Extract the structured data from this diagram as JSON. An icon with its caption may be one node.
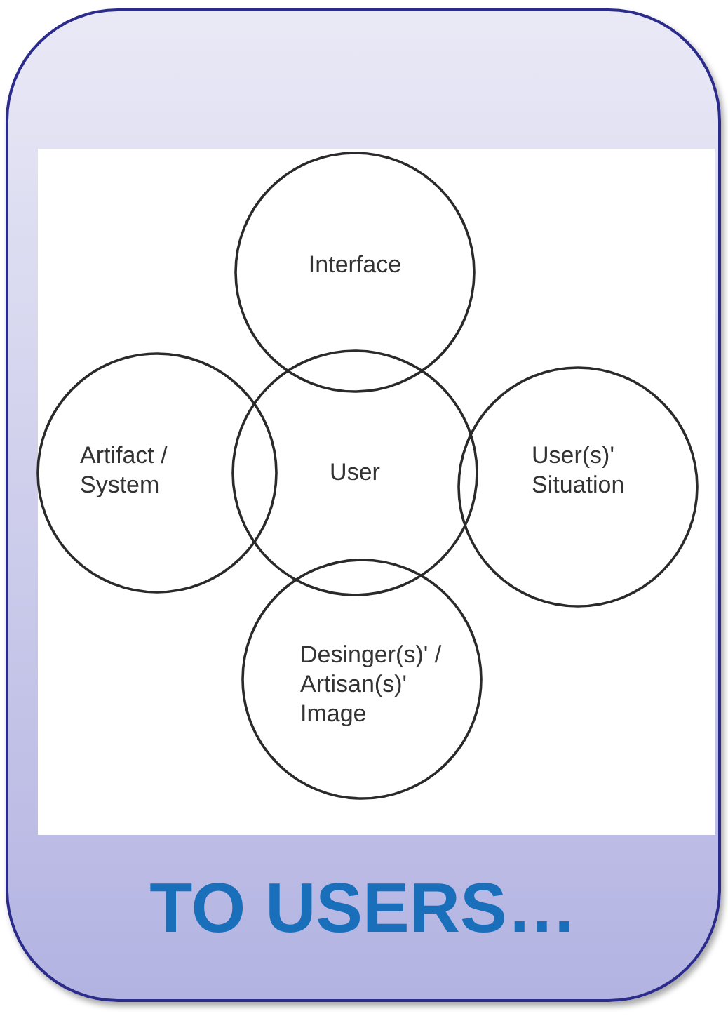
{
  "diagram": {
    "nodes": [
      {
        "text": [
          "TO USERS…"
        ]
      },
      {
        "text": [
          "Interface"
        ],
        "in": 0
      },
      {
        "text": [
          "Artifact / System"
        ],
        "in": 0
      },
      {
        "text": [
          "User"
        ],
        "in": 0
      },
      {
        "text": [
          "User(s)' Situation"
        ],
        "in": 0
      },
      {
        "text": [
          "Desinger(s)' / Artisan(s)' Image"
        ],
        "in": 0
      }
    ],
    "edges": []
  }
}
